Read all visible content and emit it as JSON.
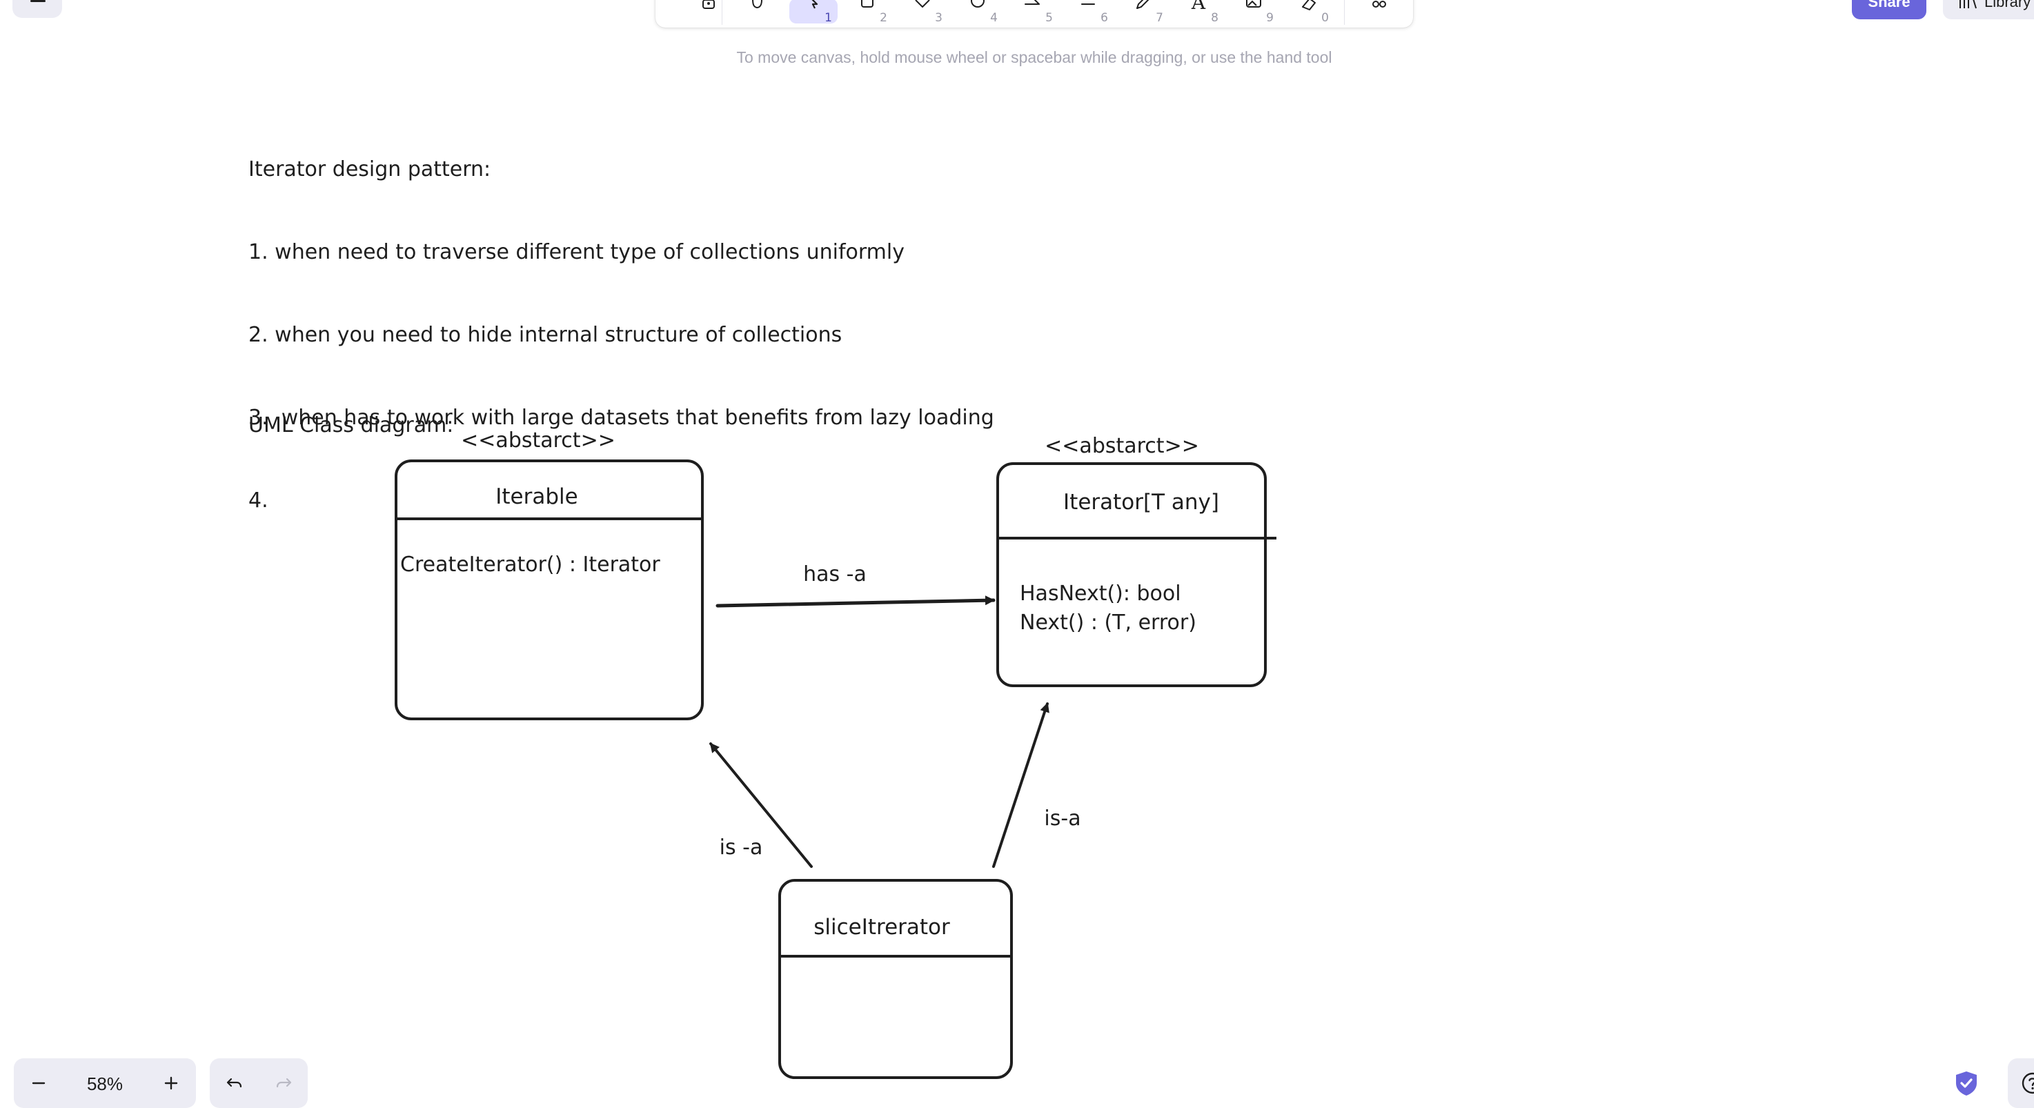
{
  "toolbar": {
    "tools": [
      {
        "name": "lock",
        "icon": "lock-icon",
        "number": ""
      },
      {
        "name": "hand",
        "icon": "hand-icon",
        "number": ""
      },
      {
        "name": "selection",
        "icon": "pointer-icon",
        "number": "1",
        "active": true
      },
      {
        "name": "rectangle",
        "icon": "rectangle-icon",
        "number": "2"
      },
      {
        "name": "diamond",
        "icon": "diamond-icon",
        "number": "3"
      },
      {
        "name": "ellipse",
        "icon": "ellipse-icon",
        "number": "4"
      },
      {
        "name": "arrow",
        "icon": "arrow-icon",
        "number": "5"
      },
      {
        "name": "line",
        "icon": "line-icon",
        "number": "6"
      },
      {
        "name": "draw",
        "icon": "pencil-icon",
        "number": "7"
      },
      {
        "name": "text",
        "icon": "text-icon",
        "number": "8",
        "glyph": "A"
      },
      {
        "name": "image",
        "icon": "image-icon",
        "number": "9"
      },
      {
        "name": "eraser",
        "icon": "eraser-icon",
        "number": "0"
      },
      {
        "name": "more-tools",
        "icon": "shapes-icon",
        "number": ""
      }
    ],
    "accent_color": "#6965db",
    "active_bg": "#e0dfff"
  },
  "header": {
    "share_label": "Share",
    "library_label": "Library"
  },
  "hint": "To move canvas, hold mouse wheel or spacebar while dragging, or use the hand tool",
  "notes": {
    "lines": [
      "Iterator design pattern:",
      "1. when need to traverse different type of collections uniformly",
      "2. when you need to hide internal structure of collections",
      "3.  when has to work with large datasets that benefits from lazy loading",
      "4."
    ]
  },
  "diagram": {
    "heading": "UML Class diagram:",
    "iterable": {
      "stereotype": "<<abstarct>>",
      "name": "Iterable",
      "methods": [
        "CreateIterator() : Iterator"
      ]
    },
    "iterator": {
      "stereotype": "<<abstarct>>",
      "name": "Iterator[T any]",
      "methods": [
        "HasNext(): bool",
        "Next() : (T, error)"
      ]
    },
    "slice_iterator": {
      "name": "sliceItrerator"
    },
    "relations": {
      "has_a": "has -a",
      "is_a_left": "is -a",
      "is_a_right": "is-a"
    },
    "stroke_color": "#1e1e1e"
  },
  "footer": {
    "zoom_out_label": "−",
    "zoom_value": "58%",
    "zoom_in_label": "+",
    "undo_icon": "undo-icon",
    "redo_icon": "redo-icon",
    "shield_icon": "shield-check-icon",
    "help_icon": "help-icon"
  }
}
